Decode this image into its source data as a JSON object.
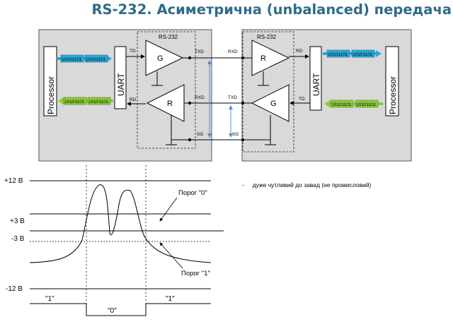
{
  "title": "RS-232. Асиметрична (unbalanced) передача",
  "diagram": {
    "left_device": {
      "processor": "Processor",
      "uart": "UART",
      "rs232": "RS-232",
      "driver": "G",
      "receiver": "R",
      "tx_bits": [
        "10101101",
        "10101101"
      ],
      "rx_bits": [
        "10101101",
        "10101101"
      ],
      "uart_pins": {
        "td": "TD",
        "rd": "RD"
      },
      "port_pins": {
        "txd": "TXD",
        "rxd": "RXD",
        "sg": "SG"
      }
    },
    "right_device": {
      "processor": "Processor",
      "uart": "UART",
      "rs232": "RS-232",
      "receiver": "R",
      "driver": "G",
      "rx_bits": [
        "10101101",
        "10101101"
      ],
      "tx_bits": [
        "10101101",
        "10101101"
      ],
      "uart_pins": {
        "rd": "RD",
        "td": "TD"
      },
      "port_pins": {
        "rxd": "RXD",
        "txd": "TXD",
        "sg": "SG"
      }
    },
    "colors": {
      "tx_packet": "#29a8d8",
      "rx_packet": "#8ccc3a",
      "device_fill": "#d9d9d9",
      "arrow": "#5a8cc8"
    }
  },
  "waveform": {
    "levels": [
      "+12 В",
      "+3 В",
      "-3 В",
      "-12 В"
    ],
    "threshold_0": "Порог \"0\"",
    "threshold_1": "Порог \"1\"",
    "bits": [
      "\"1\"",
      "\"0\"",
      "\"1\""
    ]
  },
  "notes": [
    "дуже чутливий до завад (не промисловий)"
  ]
}
